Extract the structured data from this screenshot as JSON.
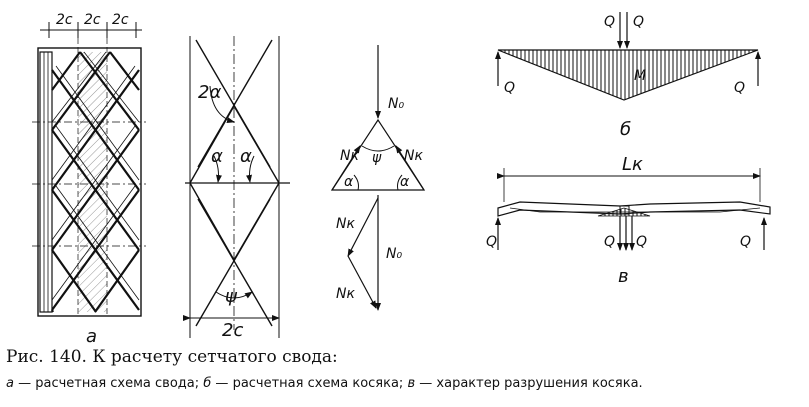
{
  "caption": {
    "title": "Рис. 140. К расчету сетчатого свода:",
    "parts": [
      {
        "key": "а",
        "text": "расчетная схема свода;"
      },
      {
        "key": "б",
        "text": "расчетная схема косяка;"
      },
      {
        "key": "в",
        "text": "характер разрушения косяка."
      }
    ]
  },
  "panel_a": {
    "label": "а",
    "dims": [
      "2c",
      "2c",
      "2c"
    ]
  },
  "geometry": {
    "angle_2a": "2α",
    "alpha_left": "α",
    "alpha_right": "α",
    "psi": "ψ",
    "width": "2c"
  },
  "forces": {
    "n0_top": "N₀",
    "nk_left": "Nк",
    "nk_right": "Nк",
    "psi": "ψ",
    "alpha_left": "α",
    "alpha_right": "α",
    "poly_nk_top": "Nк",
    "poly_n0": "N₀",
    "poly_nk_bottom": "Nк"
  },
  "panel_b": {
    "label": "б",
    "q_top_left": "Q",
    "q_top_right": "Q",
    "q_left": "Q",
    "q_right": "Q",
    "moment": "M"
  },
  "panel_v": {
    "label": "в",
    "span": "Lк",
    "q_left": "Q",
    "q_mid_left": "Q",
    "q_mid_right": "Q",
    "q_right": "Q"
  }
}
